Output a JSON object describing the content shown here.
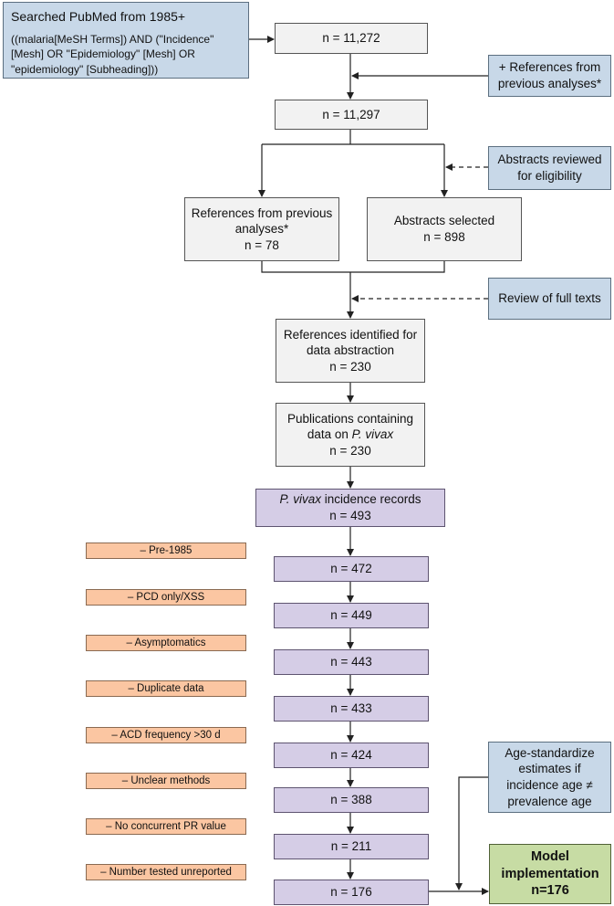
{
  "search": {
    "title": "Searched PubMed from 1985+",
    "query": "((malaria[MeSH Terms]) AND (\"Incidence\" [Mesh] OR \"Epidemiology\" [Mesh] OR \"epidemiology\" [Subheading]))"
  },
  "boxes": {
    "n1": "n = 11,272",
    "refs_prev_top": "+ References from previous analyses*",
    "n2": "n = 11,297",
    "abstracts_reviewed": "Abstracts reviewed for eligibility",
    "refs_prev_label": "References from previous analyses*",
    "refs_prev_n": "n = 78",
    "abstracts_selected_label": "Abstracts selected",
    "abstracts_selected_n": "n = 898",
    "review_full_texts": "Review of full texts",
    "refs_identified_label": "References identified for data abstraction",
    "refs_identified_n": "n = 230",
    "pubs_label_1": "Publications containing",
    "pubs_label_2": "data on ",
    "pubs_label_italic": "P. vivax",
    "pubs_n": "n = 230",
    "records_italic": "P. vivax",
    "records_label": " incidence records",
    "records_n": "n = 493",
    "age_standardize": "Age-standardize estimates if incidence age ≠ prevalence age",
    "model_label": "Model implementation",
    "model_n": "n=176"
  },
  "exclusions": [
    {
      "label": "– Pre-1985",
      "n": "n = 472"
    },
    {
      "label": "– PCD only/XSS",
      "n": "n = 449"
    },
    {
      "label": "– Asymptomatics",
      "n": "n = 443"
    },
    {
      "label": "– Duplicate data",
      "n": "n = 433"
    },
    {
      "label": "– ACD frequency >30 d",
      "n": "n = 424"
    },
    {
      "label": "– Unclear methods",
      "n": "n = 388"
    },
    {
      "label": "– No concurrent PR value",
      "n": "n = 211"
    },
    {
      "label": "– Number tested unreported",
      "n": "n = 176"
    }
  ],
  "colors": {
    "gray_box": "#f2f2f2",
    "blue_box": "#c8d8e8",
    "purple_box": "#d5cde6",
    "orange_box": "#fbc6a2",
    "green_box": "#c7dca4"
  }
}
